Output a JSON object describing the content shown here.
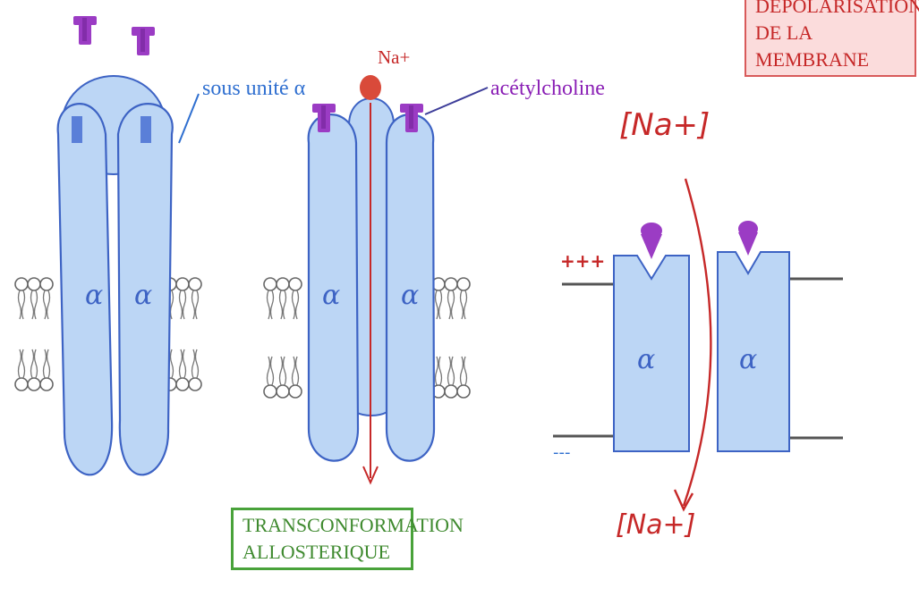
{
  "labels": {
    "sous_unite": "sous unité α",
    "acetylcholine": "acétylcholine",
    "na_plus": "Na+",
    "transconformation_line1": "TRANSCONFORMATION",
    "transconformation_line2": "ALLOSTERIQUE",
    "depolarisation_line1": "DEPOLARISATION",
    "depolarisation_line2": "DE LA MEMBRANE",
    "na_top": "[Na+]",
    "na_bottom": "[Na+]",
    "charge_positive": "+++",
    "charge_negative": "---",
    "alpha": "α"
  },
  "colors": {
    "protein_fill": "#bcd6f5",
    "protein_stroke": "#3d63c4",
    "ligand": "#9b3cc4",
    "sodium": "#d94a3a",
    "arrow": "#c62828",
    "membrane": "#555555",
    "label_blue": "#2f6fd0",
    "label_purple": "#8a1fb5",
    "box_red_bg": "#fbdcdc",
    "box_green_border": "#49a23a"
  }
}
